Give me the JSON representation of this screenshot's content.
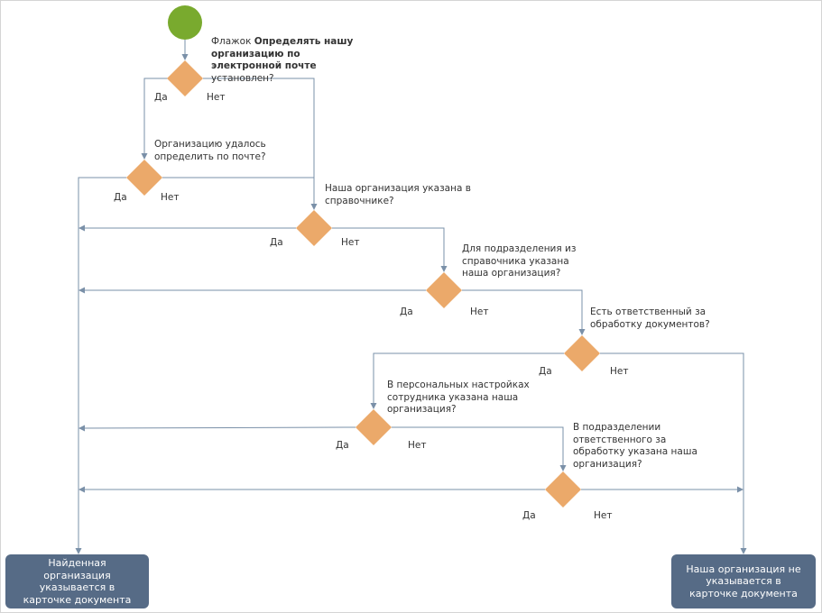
{
  "colors": {
    "start": "#79aa2e",
    "decision": "#eba96a",
    "line": "#7a90a8",
    "end_box": "#566b86"
  },
  "questions": {
    "q1": {
      "prefix": "Флажок ",
      "bold": "Определять нашу организацию по электронной почте",
      "suffix": " установлен?"
    },
    "q2": "Организацию удалось определить по почте?",
    "q3": "Наша организация указана в справочнике?",
    "q4": "Для подразделения из справочника указана наша организация?",
    "q5": "Есть ответственный за обработку документов?",
    "q6": "В персональных настройках сотрудника указана наша организация?",
    "q7": "В подразделении ответственного за обработку указана наша организация?"
  },
  "branch_labels": {
    "yes": "Да",
    "no": "Нет"
  },
  "end_boxes": {
    "found": "Найденная организация указывается в карточке документа",
    "not_found": "Наша организация не указывается в карточке документа"
  }
}
